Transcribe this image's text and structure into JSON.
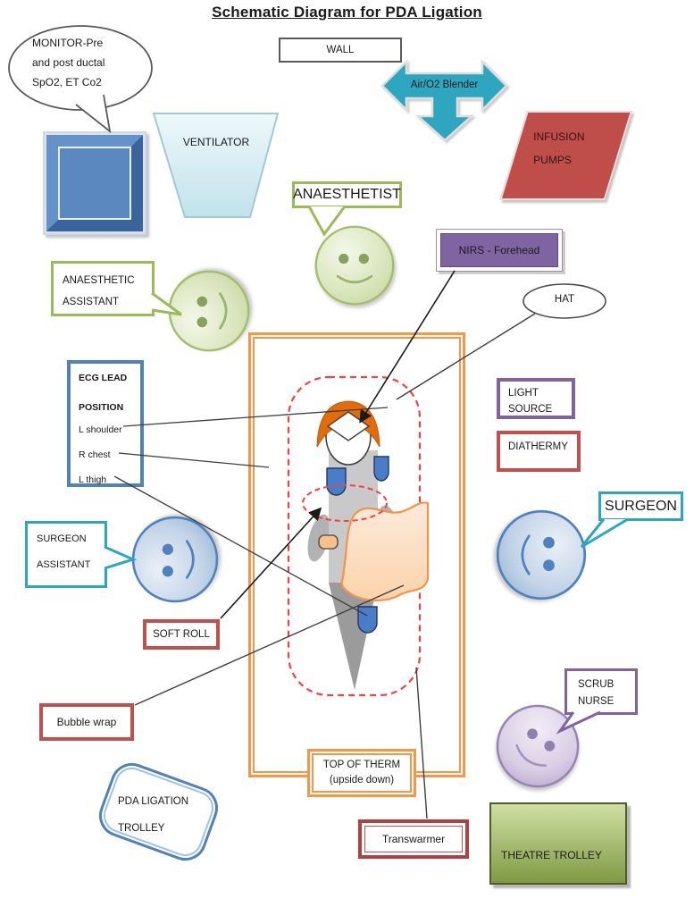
{
  "title": "Schematic Diagram for PDA Ligation",
  "labels": {
    "monitor_bubble": {
      "lines": [
        "MONITOR-Pre",
        "and post ductal",
        "SpO2, ET Co2"
      ]
    },
    "wall": "WALL",
    "blender": "Air/O2 Blender",
    "ventilator": "VENTILATOR",
    "infusion_pumps": {
      "lines": [
        "INFUSION",
        "PUMPS"
      ]
    },
    "anaesthetist": "ANAESTHETIST",
    "nirs": "NIRS - Forehead",
    "anaesthetic_assistant": {
      "lines": [
        "ANAESTHETIC",
        "ASSISTANT"
      ]
    },
    "hat": "HAT",
    "ecg": {
      "heading1": "ECG LEAD",
      "heading2": "POSITION",
      "items": [
        "L shoulder",
        "R chest",
        "L thigh"
      ]
    },
    "light_source": {
      "lines": [
        "LIGHT",
        "SOURCE"
      ]
    },
    "diathermy": "DIATHERMY",
    "surgeon": "SURGEON",
    "surgeon_assistant": {
      "lines": [
        "SURGEON",
        "ASSISTANT"
      ]
    },
    "soft_roll": "SOFT ROLL",
    "bubble_wrap": "Bubble wrap",
    "pda_trolley": {
      "lines": [
        "PDA LIGATION",
        "TROLLEY"
      ]
    },
    "top_of_therm": {
      "lines": [
        "TOP OF THERM",
        "(upside down)"
      ]
    },
    "transwarmer": "Transwarmer",
    "scrub_nurse": {
      "lines": [
        "SCRUB",
        "NURSE"
      ]
    },
    "theatre_trolley": "THEATRE TROLLEY"
  },
  "colors": {
    "blue": "#4f81bd",
    "green": "#9bbb59",
    "teal": "#2fa6c0",
    "purple": "#8064a2",
    "red": "#c0504d",
    "orange": "#f79646",
    "line": "#3f3f3f"
  }
}
